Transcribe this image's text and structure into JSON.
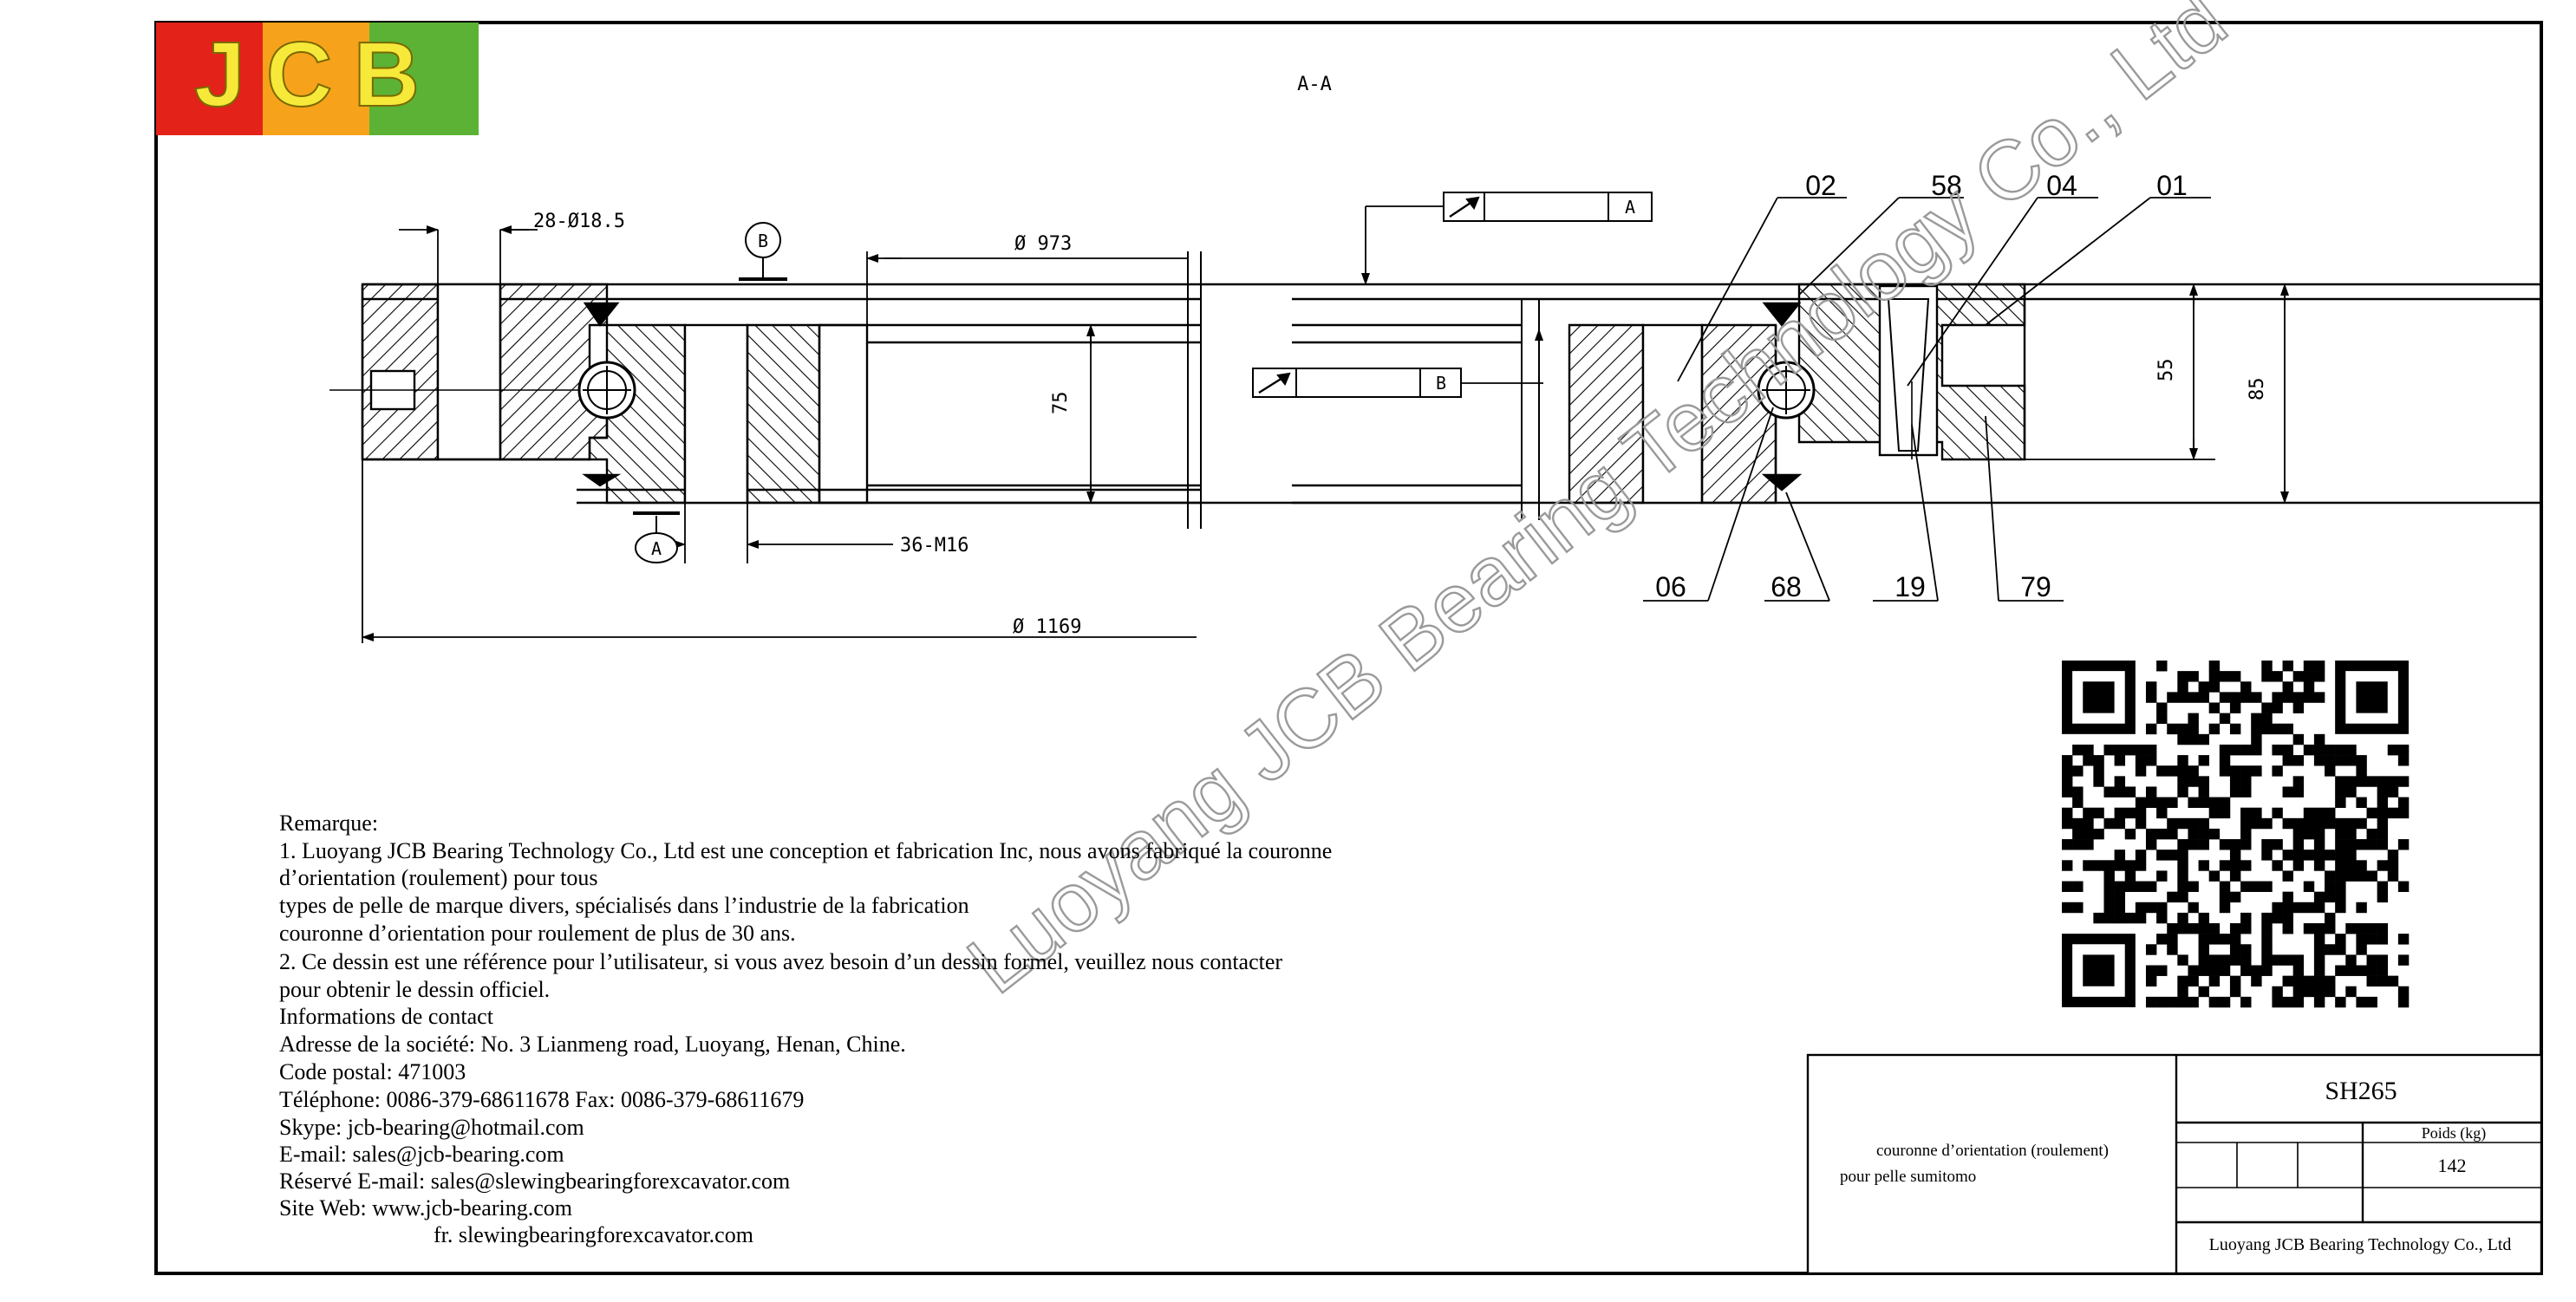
{
  "logo": {
    "text": "JCB",
    "colors": [
      "#e32219",
      "#f7a21b",
      "#5bb234"
    ]
  },
  "section_label": "A-A",
  "watermark": "Luoyang JCB Bearing Technology Co., Ltd",
  "dimensions": {
    "holes_outer": "28-Ø18.5",
    "inner_diameter": "Ø 973",
    "height_75": "75",
    "holes_inner": "36-M16",
    "outer_diameter": "Ø 1169",
    "height_55": "55",
    "height_85": "85"
  },
  "datums": {
    "a": "A",
    "b": "B"
  },
  "tolerance_frames": [
    {
      "ref": "A"
    },
    {
      "ref": "B"
    }
  ],
  "parts_top": [
    "02",
    "58",
    "04",
    "01"
  ],
  "parts_bottom": [
    "06",
    "68",
    "19",
    "79"
  ],
  "notes": [
    "Remarque:",
    "1. Luoyang JCB Bearing Technology Co., Ltd est une conception et fabrication Inc, nous avons fabriqué la couronne",
    "d’orientation (roulement) pour tous",
    "types de pelle de marque divers, spécialisés dans l’industrie de la fabrication",
    "couronne d’orientation pour roulement de plus de 30 ans.",
    "2. Ce dessin est une référence pour l’utilisateur, si vous avez besoin d’un dessin formel, veuillez nous contacter",
    "pour obtenir le dessin officiel.",
    "Informations de contact",
    "Adresse de la société: No. 3 Lianmeng road, Luoyang, Henan, Chine.",
    "Code postal: 471003",
    "Téléphone: 0086-379-68611678 Fax: 0086-379-68611679",
    "Skype: jcb-bearing@hotmail.com",
    "E-mail: sales@jcb-bearing.com",
    "Réservé E-mail: sales@slewingbearingforexcavator.com",
    "Site Web: www.jcb-bearing.com",
    "fr. slewingbearingforexcavator.com"
  ],
  "title_block": {
    "description_line1": "couronne d’orientation (roulement)",
    "description_line2": "pour pelle sumitomo",
    "model": "SH265",
    "weight_label": "Poids (kg)",
    "weight_value": "142",
    "company": "Luoyang JCB Bearing Technology Co., Ltd"
  }
}
